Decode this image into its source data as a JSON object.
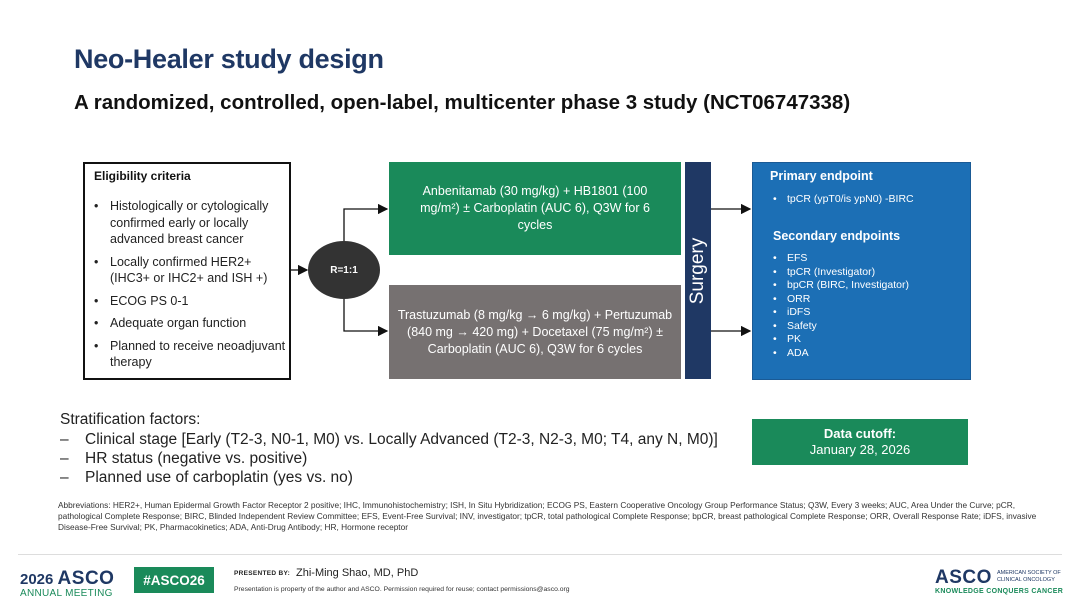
{
  "slide": {
    "title": "Neo-Healer study design",
    "subtitle": "A randomized, controlled, open-label, multicenter phase 3 study (NCT06747338)"
  },
  "eligibility": {
    "heading": "Eligibility criteria",
    "items": [
      "Histologically or cytologically confirmed early or locally advanced breast cancer",
      "Locally confirmed HER2+ (IHC3+ or IHC2+ and ISH +)",
      "ECOG PS 0-1",
      "Adequate organ function",
      "Planned to receive neoadjuvant therapy"
    ]
  },
  "randomization": {
    "label": "R=1:1"
  },
  "arms": {
    "experimental": "Anbenitamab (30 mg/kg) + HB1801 (100 mg/m²) ± Carboplatin (AUC 6), Q3W for 6 cycles",
    "control": "Trastuzumab (8 mg/kg → 6 mg/kg) + Pertuzumab (840 mg → 420 mg) + Docetaxel (75 mg/m²) ± Carboplatin (AUC 6), Q3W for 6 cycles",
    "experimental_color": "#1a8a5a",
    "control_color": "#767171"
  },
  "surgery": {
    "label": "Surgery",
    "color": "#1f3864"
  },
  "endpoints": {
    "primary_heading": "Primary endpoint",
    "primary": [
      "tpCR (ypT0/is ypN0) -BIRC"
    ],
    "secondary_heading": "Secondary endpoints",
    "secondary": [
      "EFS",
      "tpCR (Investigator)",
      "bpCR (BIRC, Investigator)",
      "ORR",
      "iDFS",
      "Safety",
      "PK",
      "ADA"
    ],
    "color": "#1c6fb5"
  },
  "stratification": {
    "heading": "Stratification factors:",
    "items": [
      "Clinical stage [Early (T2-3, N0-1, M0) vs. Locally Advanced (T2-3, N2-3, M0; T4, any N, M0)]",
      "HR status (negative vs. positive)",
      "Planned use of carboplatin (yes vs. no)"
    ]
  },
  "cutoff": {
    "label": "Data cutoff:",
    "date": "January 28, 2026"
  },
  "abbreviations": "Abbreviations: HER2+, Human Epidermal Growth Factor Receptor 2 positive; IHC, Immunohistochemistry; ISH, In Situ Hybridization; ECOG PS, Eastern Cooperative Oncology Group Performance Status; Q3W, Every 3 weeks; AUC, Area Under the Curve; pCR, pathological Complete Response; BIRC, Blinded Independent Review Committee; EFS, Event-Free Survival; INV, investigator; tpCR, total pathological Complete Response; bpCR, breast pathological Complete Response; ORR, Overall Response Rate; iDFS, invasive Disease-Free Survival; PK, Pharmacokinetics; ADA, Anti-Drug Antibody; HR, Hormone receptor",
  "footer": {
    "meeting_year": "2026",
    "meeting_brand": "ASCO",
    "meeting_line": "ANNUAL MEETING",
    "hashtag": "#ASCO26",
    "presented_by_label": "PRESENTED BY:",
    "presenter": "Zhi-Ming Shao, MD, PhD",
    "disclaimer": "Presentation is property of the author and ASCO. Permission required for reuse; contact permissions@asco.org",
    "asco_logo": "ASCO",
    "asco_society": "AMERICAN SOCIETY OF CLINICAL ONCOLOGY",
    "asco_tagline": "KNOWLEDGE CONQUERS CANCER"
  }
}
